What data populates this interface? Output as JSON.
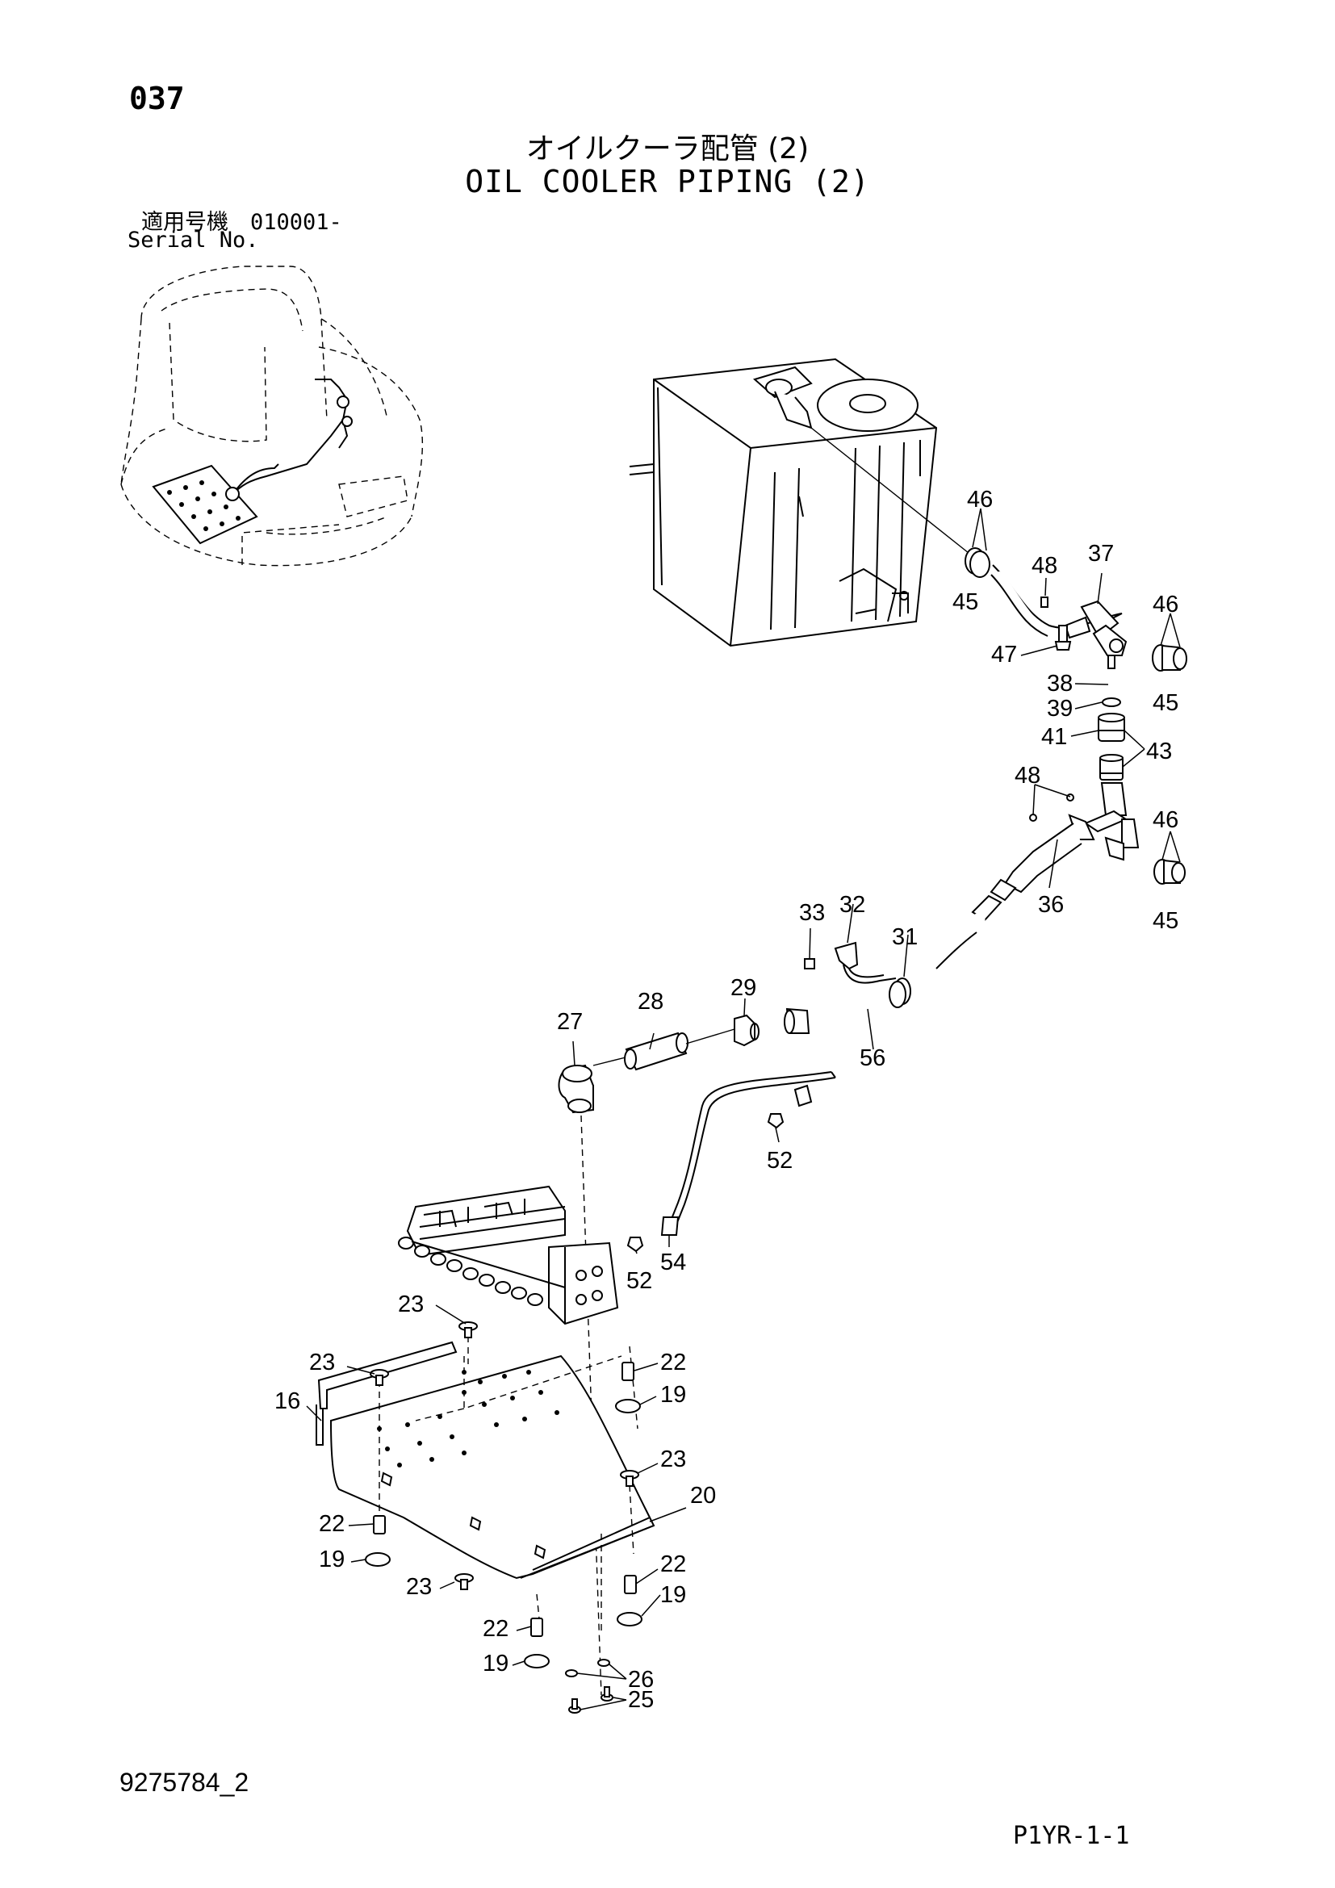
{
  "header": {
    "page_number": "037",
    "title_jp": "オイルクーラ配管 (2)",
    "title_en": "OIL COOLER PIPING (2)",
    "serial_label_jp": "適用号機　010001-",
    "serial_label_en": "Serial No."
  },
  "footer": {
    "document_number": "9275784_2",
    "page_code": "P1YR-1-1"
  },
  "callouts": {
    "c16": "16",
    "c19a": "19",
    "c19b": "19",
    "c19c": "19",
    "c19d": "19",
    "c20": "20",
    "c22a": "22",
    "c22b": "22",
    "c22c": "22",
    "c22d": "22",
    "c23a": "23",
    "c23b": "23",
    "c23c": "23",
    "c23d": "23",
    "c25": "25",
    "c26": "26",
    "c27": "27",
    "c28": "28",
    "c29": "29",
    "c31": "31",
    "c32": "32",
    "c33": "33",
    "c36": "36",
    "c37": "37",
    "c38": "38",
    "c39": "39",
    "c41": "41",
    "c43": "43",
    "c45a": "45",
    "c45b": "45",
    "c45c": "45",
    "c46a": "46",
    "c46b": "46",
    "c46c": "46",
    "c47": "47",
    "c48a": "48",
    "c48b": "48",
    "c52a": "52",
    "c52b": "52",
    "c54": "54",
    "c56": "56"
  }
}
